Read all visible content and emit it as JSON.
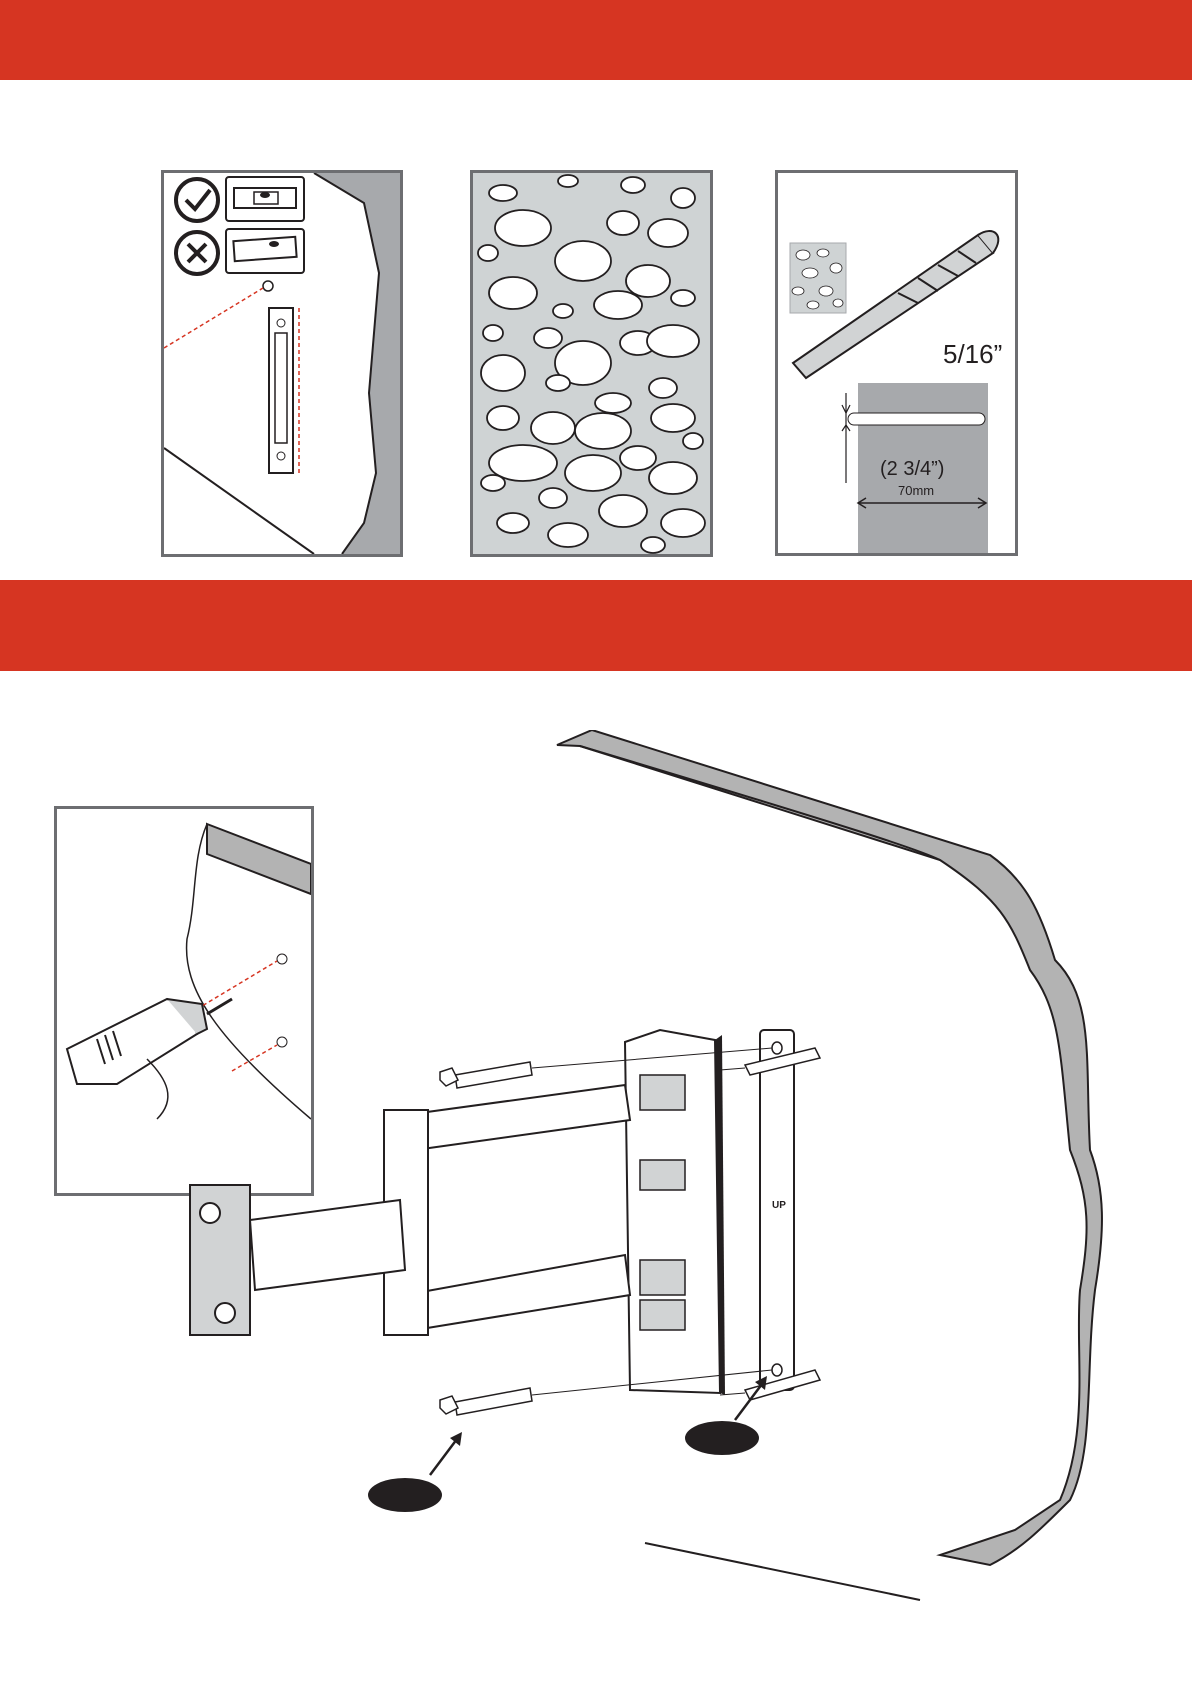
{
  "header_banners": {
    "top": {
      "color": "#d63522"
    },
    "middle": {
      "color": "#d63522"
    }
  },
  "step_panels": [
    {
      "name": "level-and-mark",
      "icons": [
        "check-circle-icon",
        "cross-circle-icon",
        "spirit-level-icon",
        "mounting-plate-icon"
      ]
    },
    {
      "name": "concrete-wall-texture",
      "icons": [
        "stone-texture-icon"
      ]
    },
    {
      "name": "drill-bit-spec",
      "bit_size": "5/16”",
      "depth_inches": "(2 3/4”)",
      "depth_mm": "70mm",
      "icons": [
        "drill-bit-icon",
        "concrete-swatch-icon",
        "depth-arrow-icon"
      ]
    }
  ],
  "main_step": {
    "icons": [
      "power-drill-icon",
      "wall-section-icon",
      "wall-bracket-icon",
      "lag-bolt-icon",
      "wall-anchor-icon",
      "callout-pointer-icon"
    ],
    "up_label": "UP",
    "callout_bolt_label": "",
    "callout_anchor_label": ""
  },
  "colors": {
    "accent": "#d63522",
    "frame": "#6d6e71",
    "wall_gray": "#b3b3b3",
    "texture_gray": "#cfd3d4"
  }
}
